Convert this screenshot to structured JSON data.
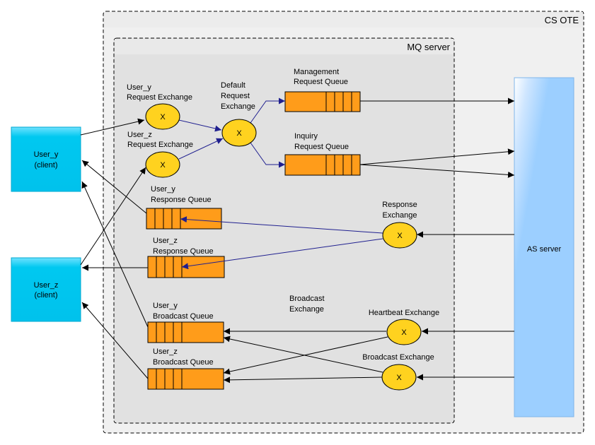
{
  "containers": {
    "cs_ote": "CS OTE",
    "mq_server": "MQ server"
  },
  "clients": {
    "user_y": [
      "User_y",
      "(client)"
    ],
    "user_z": [
      "User_z",
      "(client)"
    ]
  },
  "as_server": "AS server",
  "exchanges": {
    "user_y_request": [
      "User_y",
      "Request Exchange"
    ],
    "user_z_request": [
      "User_z",
      "Request Exchange"
    ],
    "default_request": [
      "Default",
      "Request",
      "Exchange"
    ],
    "response": [
      "Response",
      "Exchange"
    ],
    "broadcast_group": [
      "Broadcast",
      "Exchange"
    ],
    "heartbeat": "Heartbeat Exchange",
    "broadcast": "Broadcast Exchange",
    "symbol": "X"
  },
  "queues": {
    "management_request": [
      "Management",
      "Request Queue"
    ],
    "inquiry_request": [
      "Inquiry",
      "Request Queue"
    ],
    "user_y_response": [
      "User_y",
      "Response Queue"
    ],
    "user_z_response": [
      "User_z",
      "Response Queue"
    ],
    "user_y_broadcast": [
      "User_y",
      "Broadcast Queue"
    ],
    "user_z_broadcast": [
      "User_z",
      "Broadcast Queue"
    ]
  },
  "colors": {
    "client_fill": "#00c8f0",
    "as_server_fill": "#9ccfff",
    "exchange_fill": "#ffd21f",
    "queue_fill": "#ff9c1a",
    "mq_fill": "#e1e1e1",
    "cs_fill": "#f0f0f0",
    "arrow_black": "#000000",
    "arrow_blue": "#1f1f8f"
  }
}
